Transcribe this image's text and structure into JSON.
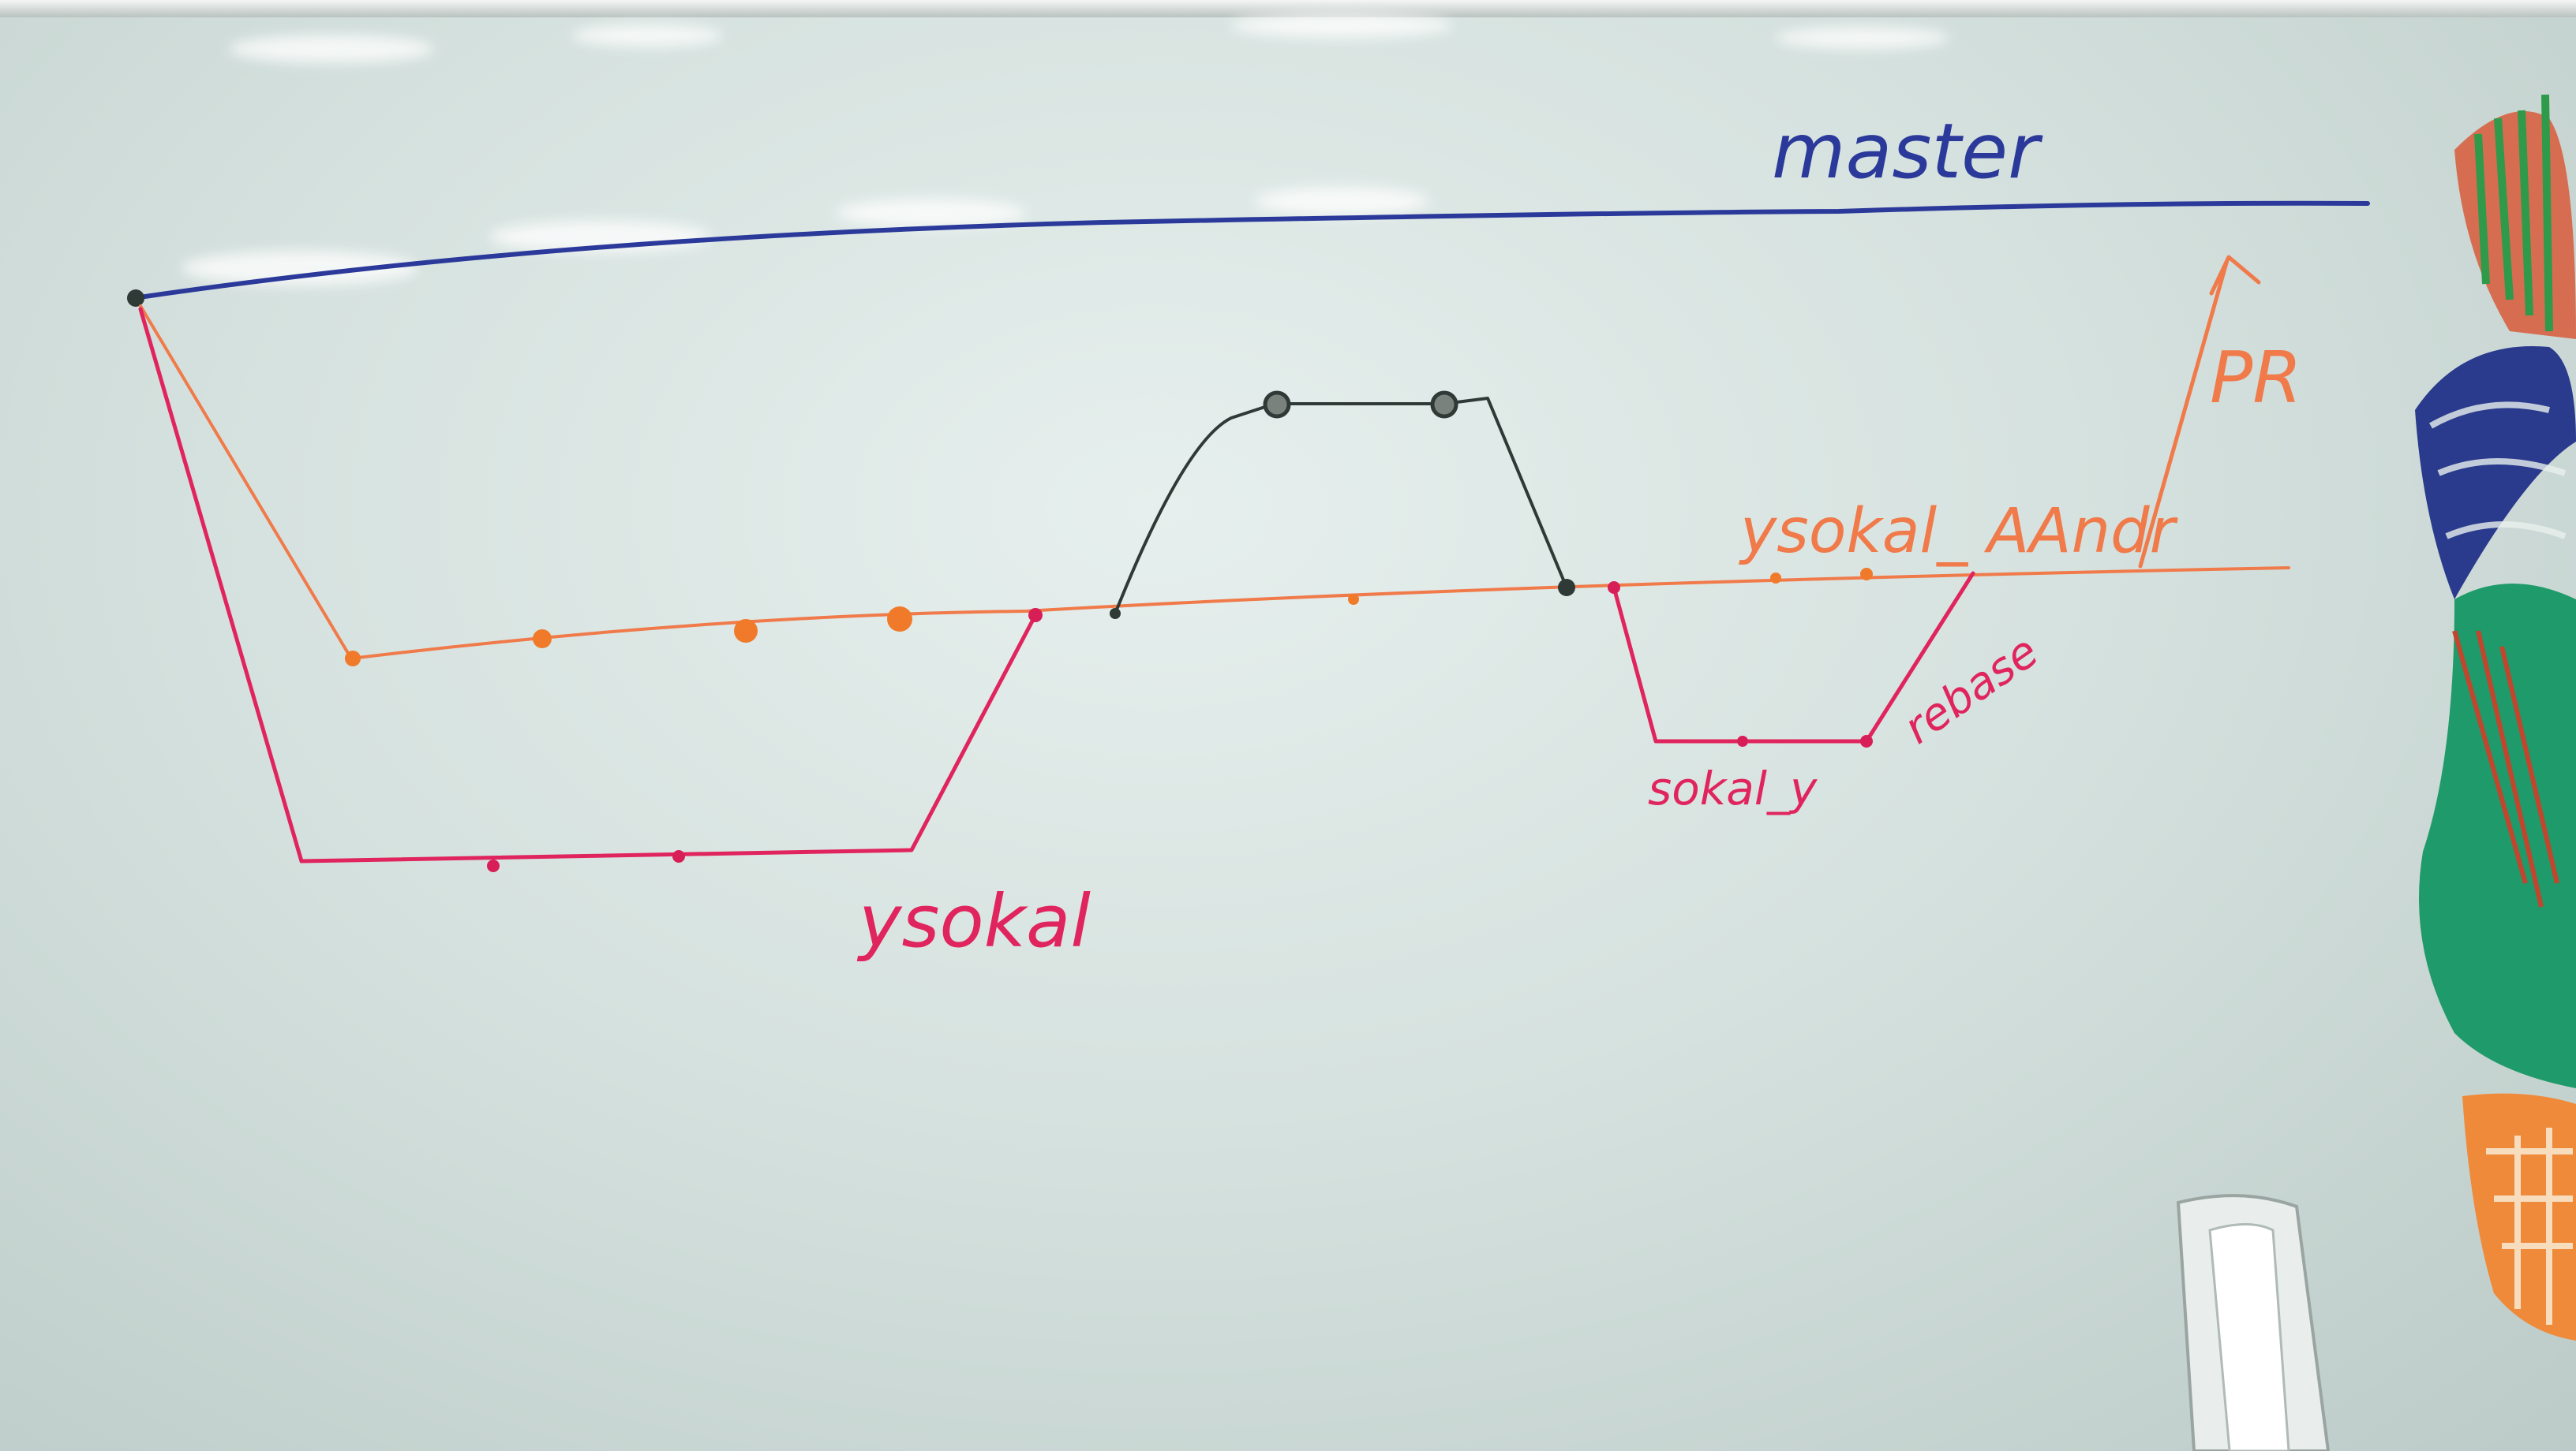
{
  "labels": {
    "master": "master",
    "ysokal_aandr": "ysokal_ AAndr",
    "ysokal": "ysokal",
    "sokal_y": "sokal_y",
    "rebase": "rebase",
    "pr": "PR"
  },
  "colors": {
    "master": "#2b3a9a",
    "aandr": "#f07a4a",
    "ysokal": "#e0245e",
    "dark": "#2f3a36",
    "board": "#dbe5e3"
  }
}
